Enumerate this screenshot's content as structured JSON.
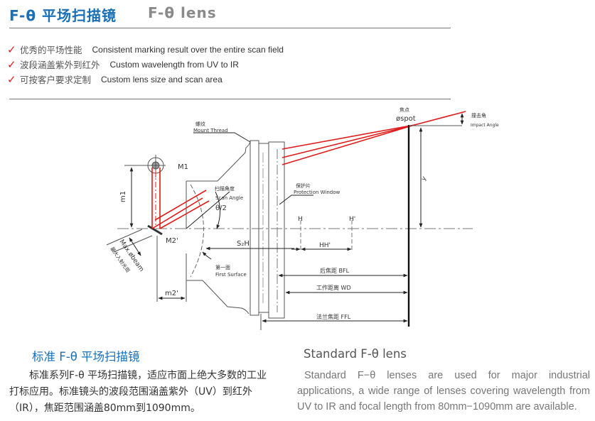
{
  "header": {
    "title_cn": "F-θ 平场扫描镜",
    "title_en": "F-θ lens",
    "title_color": "#1a6fb5"
  },
  "features": [
    {
      "icon": "check-icon",
      "cn": "优秀的平场性能",
      "en": "Consistent marking result over the entire scan field"
    },
    {
      "icon": "check-icon",
      "cn": "波段涵盖紫外到红外",
      "en": "Custom wavelength from UV to IR"
    },
    {
      "icon": "check-icon",
      "cn": "可按客户要求定制",
      "en": "Custom lens size and scan area"
    }
  ],
  "diagram": {
    "labels": {
      "mount_thread_cn": "螺纹",
      "mount_thread_en": "Mount Thread",
      "m1": "M1",
      "m1_dim": "m1",
      "m2": "M2'",
      "m2_dim": "m2'",
      "scan_angle_cn": "扫描角度",
      "scan_angle_en": "Scan Angle",
      "scan_angle_sym": "θ/2",
      "max_beam_en": "Max.øbeam",
      "max_beam_cn": "最大入射光斑",
      "first_surface_cn": "第一面",
      "first_surface_en": "First Surface",
      "s2h": "S₂H",
      "h": "H",
      "h_prime": "H'",
      "hh": "HH'",
      "protection_window_cn": "保护片",
      "protection_window_en": "Protection Window",
      "spot_cn": "焦点",
      "spot_en": "øspot",
      "impact_angle_cn": "撞击角",
      "impact_angle_en": "Impact Angle",
      "y": "y",
      "bfl": "后焦距 BFL",
      "wd": "工作距离 WD",
      "ffl": "法兰焦距 FFL"
    },
    "beam_color": "#e01b1b"
  },
  "bottom_left": {
    "heading": "标准 F-θ 平场扫描镜",
    "lines": [
      "标准系列F-θ 平场扫描镜，适应市面上绝大多数的工业",
      "打标应用。标准镜头的波段范围涵盖紫外（UV）到红外",
      "（IR），焦距范围涵盖80mm到1090mm。"
    ]
  },
  "bottom_right": {
    "heading": "Standard F-θ lens",
    "body": "Standard F−θ  lenses are used for major industrial applications, a wide range of lenses covering wavelength from UV to IR and focal length from 80mm−1090mm are available."
  }
}
